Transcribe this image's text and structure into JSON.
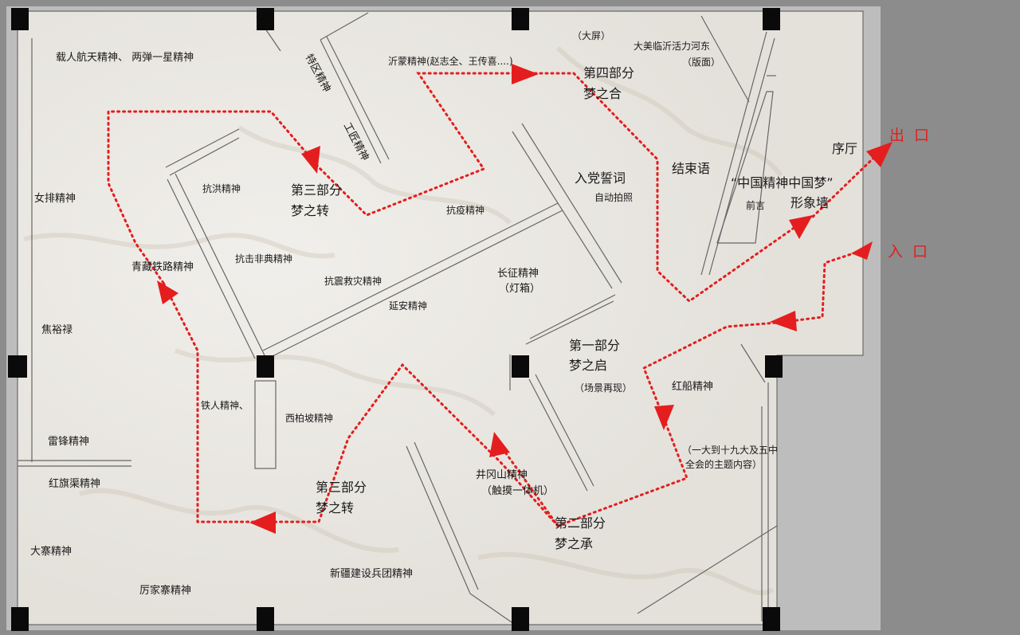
{
  "colors": {
    "route": "#e41e1e",
    "floor": "#eceae6",
    "walls": "#555555",
    "pillars": "#0a0a0a",
    "background": "#8c8c8c"
  },
  "entrance_label": "入 口",
  "exit_label": "出 口",
  "sections": {
    "part1_title": "第一部分",
    "part1_sub": "梦之启",
    "part2_title": "第二部分",
    "part2_sub": "梦之承",
    "part3_title": "第三部分",
    "part3_sub": "梦之转",
    "part3b_title": "第三部分",
    "part3b_sub": "梦之转",
    "part4_title": "第四部分",
    "part4_sub": "梦之合"
  },
  "areas": {
    "xuting": "序厅",
    "image_wall_1": "“中国精神中国梦”",
    "image_wall_2": "形象墙",
    "qianyan": "前言",
    "jieshuyu": "结束语",
    "rudang": "入党誓词",
    "auto_photo": "自动拍照",
    "dapin": "（大屏）",
    "damei": "大美临沂活力河东",
    "banmian": "（版面）",
    "changzheng": "长征精神",
    "dengxiang": "（灯箱）",
    "changjing": "（场景再现）",
    "hongchuan": "红船精神",
    "congress_1": "（一大到十九大及五中",
    "congress_2": "全会的主题内容）",
    "jinggangshan": "井冈山精神",
    "chumo": "（触摸一体机）"
  },
  "spirits": [
    "载人航天精神、 两弹一星精神",
    "特区精神",
    "工匠精神",
    "沂蒙精神(赵志全、王传喜....)",
    "抗洪精神",
    "抗疫精神",
    "女排精神",
    "青藏铁路精神",
    "抗击非典精神",
    "抗震救灾精神",
    "延安精神",
    "焦裕禄",
    "铁人精神、",
    "西柏坡精神",
    "雷锋精神",
    "红旗渠精神",
    "大寨精神",
    "厉家寨精神",
    "新疆建设兵团精神"
  ]
}
